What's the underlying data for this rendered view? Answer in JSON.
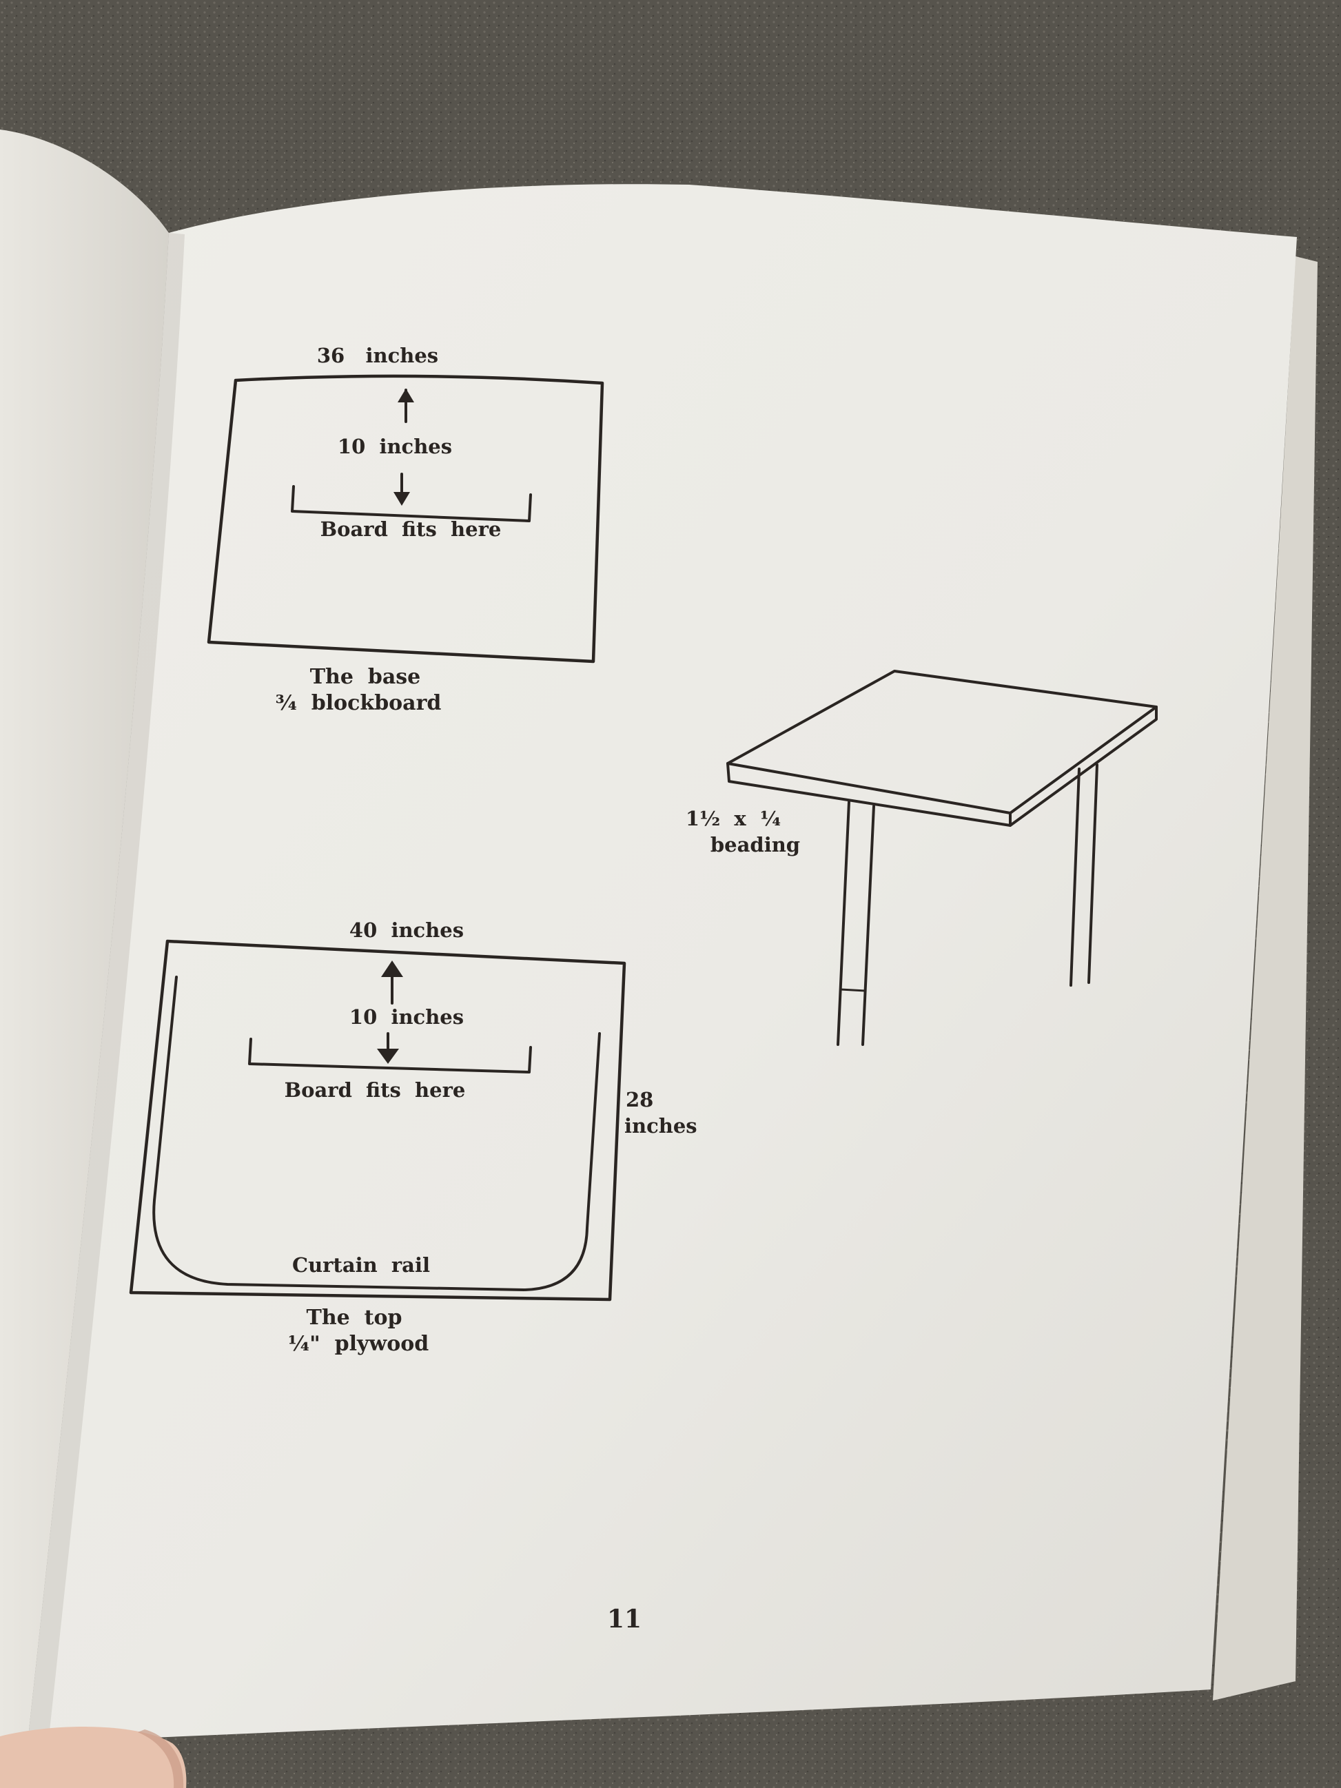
{
  "base_diagram": {
    "width_label": "36   inches",
    "gap_label": "10  inches",
    "board_label": "Board  fits  here",
    "caption_line1": "The  base",
    "caption_line2": "¾  blockboard"
  },
  "top_diagram": {
    "width_label": "40  inches",
    "gap_label": "10  inches",
    "board_label": "Board  fits  here",
    "height_label_line1": "28",
    "height_label_line2": "inches",
    "rail_label": "Curtain  rail",
    "caption_line1": "The  top",
    "caption_line2": "¼\"  plywood"
  },
  "table_sketch": {
    "beading_line1": "1½  x  ¼",
    "beading_line2": "beading"
  },
  "page_number": "11",
  "colors": {
    "background_surface": "#55524c",
    "paper": "#ecebe6",
    "ink": "#2a2522"
  }
}
